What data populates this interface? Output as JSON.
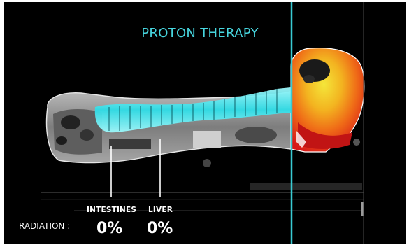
{
  "title": "PROTON THERAPY",
  "radiation_label": "RADIATION :",
  "organs": [
    {
      "label": "INTESTINES",
      "dose": "0%"
    },
    {
      "label": "LIVER",
      "dose": "0%"
    }
  ],
  "colors": {
    "background": "#000000",
    "accent_cyan": "#47d6df",
    "beam_cyan": "#3fe7ef",
    "dose_red": "#e01818",
    "dose_orange": "#f07a18",
    "dose_yellow": "#f4e63a"
  }
}
